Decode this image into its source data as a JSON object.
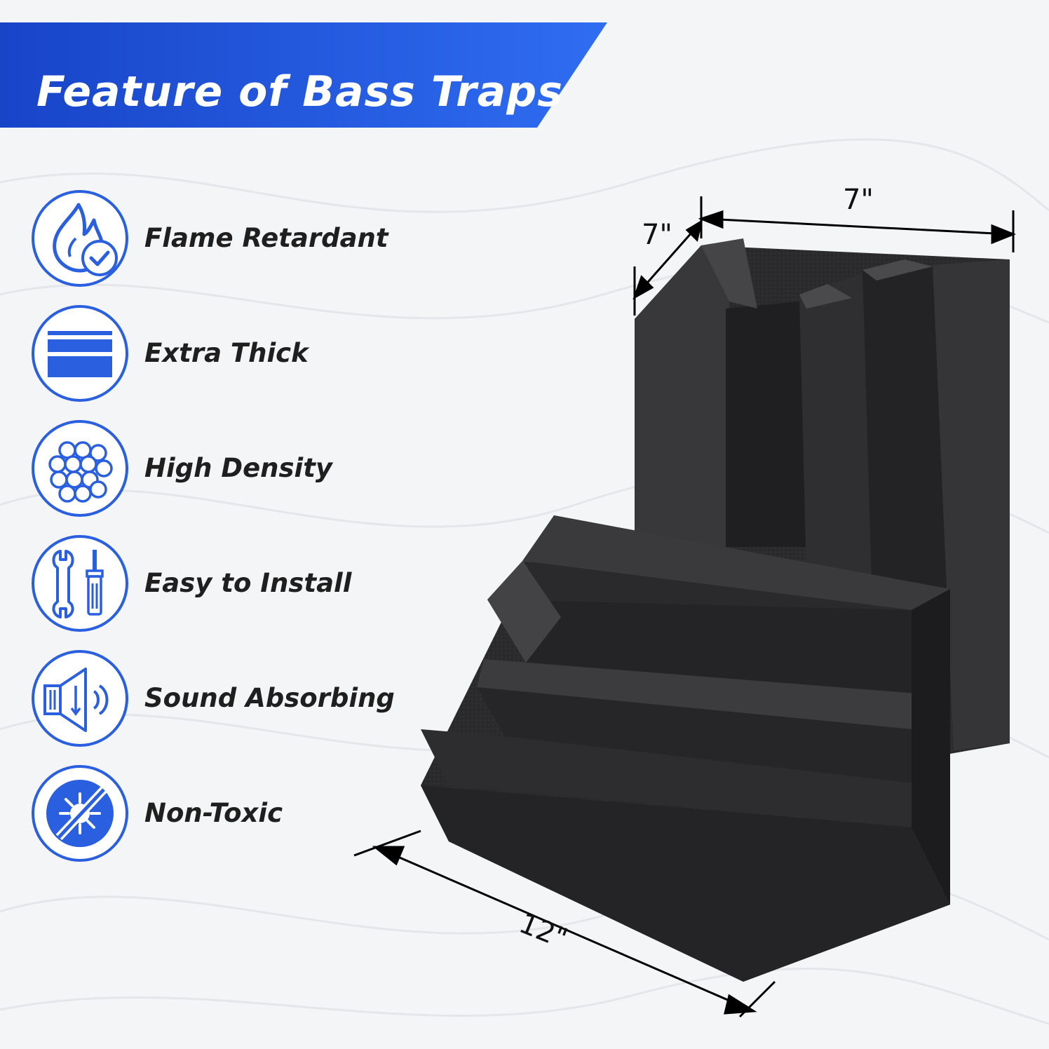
{
  "banner": {
    "title": "Feature of Bass Traps",
    "color_start": "#1844c8",
    "color_end": "#2f6df2"
  },
  "accent_color": "#2a5fe0",
  "features": [
    {
      "label": "Flame Retardant",
      "icon": "flame-check-icon"
    },
    {
      "label": "Extra Thick",
      "icon": "layers-icon"
    },
    {
      "label": "High Density",
      "icon": "bubbles-icon"
    },
    {
      "label": "Easy to Install",
      "icon": "wrench-screwdriver-icon"
    },
    {
      "label": "Sound Absorbing",
      "icon": "speaker-icon"
    },
    {
      "label": "Non-Toxic",
      "icon": "no-bacteria-icon"
    }
  ],
  "dimensions": {
    "top_width": "7\"",
    "top_depth": "7\"",
    "length": "12\""
  },
  "product": {
    "name": "bass-trap-foam-corner",
    "foam_color": "#2a2a2c"
  }
}
